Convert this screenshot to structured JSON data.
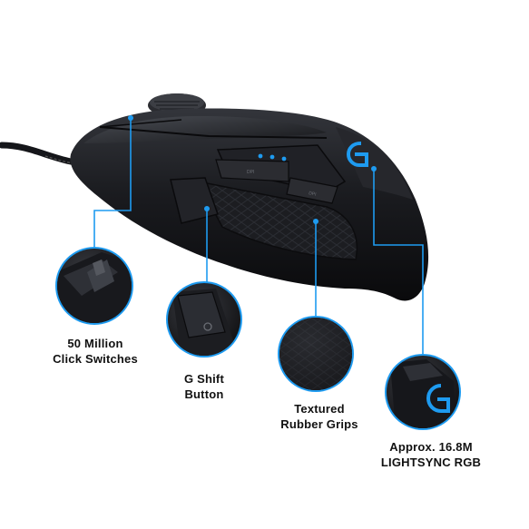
{
  "callouts": {
    "click_switches": {
      "line1": "50 Million",
      "line2": "Click Switches"
    },
    "g_shift": {
      "line1": "G Shift",
      "line2": "Button"
    },
    "rubber_grips": {
      "line1": "Textured",
      "line2": "Rubber Grips"
    },
    "lightsync": {
      "line1": "Approx. 16.8M",
      "line2": "LIGHTSYNC RGB"
    }
  },
  "mouse_buttons": {
    "dpi_down": "DPI",
    "dpi_up": "DPI"
  },
  "colors": {
    "accent_blue": "#1e9bf0",
    "mouse_body": "#141416",
    "mouse_highlight": "#3a3c42",
    "background": "#ffffff",
    "label_text": "#111111"
  },
  "icons": [
    "logitech-g-logo",
    "g-shift-icon"
  ]
}
